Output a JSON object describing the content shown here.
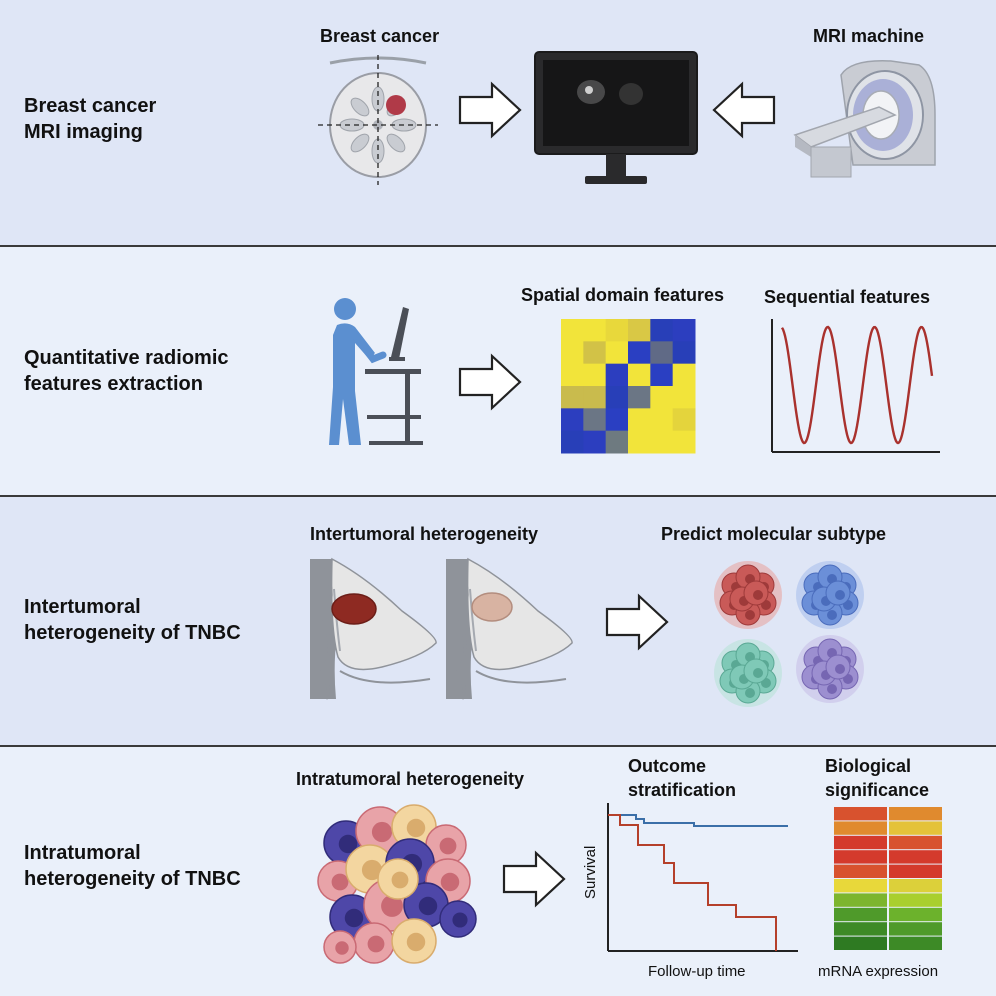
{
  "rows": [
    {
      "title": "Breast cancer\nMRI imaging"
    },
    {
      "title": "Quantitative radiomic\nfeatures extraction"
    },
    {
      "title": "Intertumoral\nheterogeneity of TNBC"
    },
    {
      "title": "Intratumoral\nheterogeneity of TNBC"
    }
  ],
  "row1": {
    "breast_label": "Breast cancer",
    "mri_label": "MRI machine"
  },
  "row2": {
    "spatial_label": "Spatial domain features",
    "sequential_label": "Sequential features"
  },
  "row3": {
    "inter_label": "Intertumoral heterogeneity",
    "predict_label": "Predict molecular subtype"
  },
  "row4": {
    "intra_label": "Intratumoral heterogeneity",
    "outcome_label": "Outcome\nstratification",
    "bio_label": "Biological\nsignificance",
    "km_ylabel": "Survival",
    "km_xlabel": "Follow-up time",
    "mrna_label": "mRNA expression"
  },
  "colors": {
    "accent_blue": "#5b8fd0",
    "km_red": "#b5402a",
    "km_blue": "#3b6fa8",
    "heat_yellow": "#f2e43a",
    "heat_blue": "#2a3fc2"
  },
  "heatmap": [
    [
      "#f2e43a",
      "#f2e43a",
      "#e8d83b",
      "#d9c845",
      "#283fb8",
      "#2c3ebf"
    ],
    [
      "#f2e43a",
      "#d2c247",
      "#f2e43a",
      "#2a3fc2",
      "#606a86",
      "#283fb8"
    ],
    [
      "#f2e43a",
      "#f2e43a",
      "#2c3ebf",
      "#f2e43a",
      "#2a3fc2",
      "#f2e43a"
    ],
    [
      "#c9bb4d",
      "#c9bb4d",
      "#283fb8",
      "#6b7685",
      "#f2e43a",
      "#f2e43a"
    ],
    [
      "#2c3ebf",
      "#6b7685",
      "#2a3fc2",
      "#f2e43a",
      "#f2e43a",
      "#e4d43c"
    ],
    [
      "#283fb8",
      "#2c3ebf",
      "#6e7a80",
      "#f2e43a",
      "#f2e43a",
      "#f2e43a"
    ]
  ],
  "mrna_rows": [
    [
      "#d8522e",
      "#e08a2e"
    ],
    [
      "#e08a2e",
      "#e4c23a"
    ],
    [
      "#d43a2c",
      "#d8522e"
    ],
    [
      "#d43a2c",
      "#d43a2c"
    ],
    [
      "#d8522e",
      "#d43a2c"
    ],
    [
      "#e8d83a",
      "#dcd03a"
    ],
    [
      "#7db52e",
      "#a9cf2e"
    ],
    [
      "#4f9a2a",
      "#6cb22c"
    ],
    [
      "#3d8a26",
      "#4f9a2a"
    ],
    [
      "#2e7a22",
      "#3d8a26"
    ]
  ]
}
